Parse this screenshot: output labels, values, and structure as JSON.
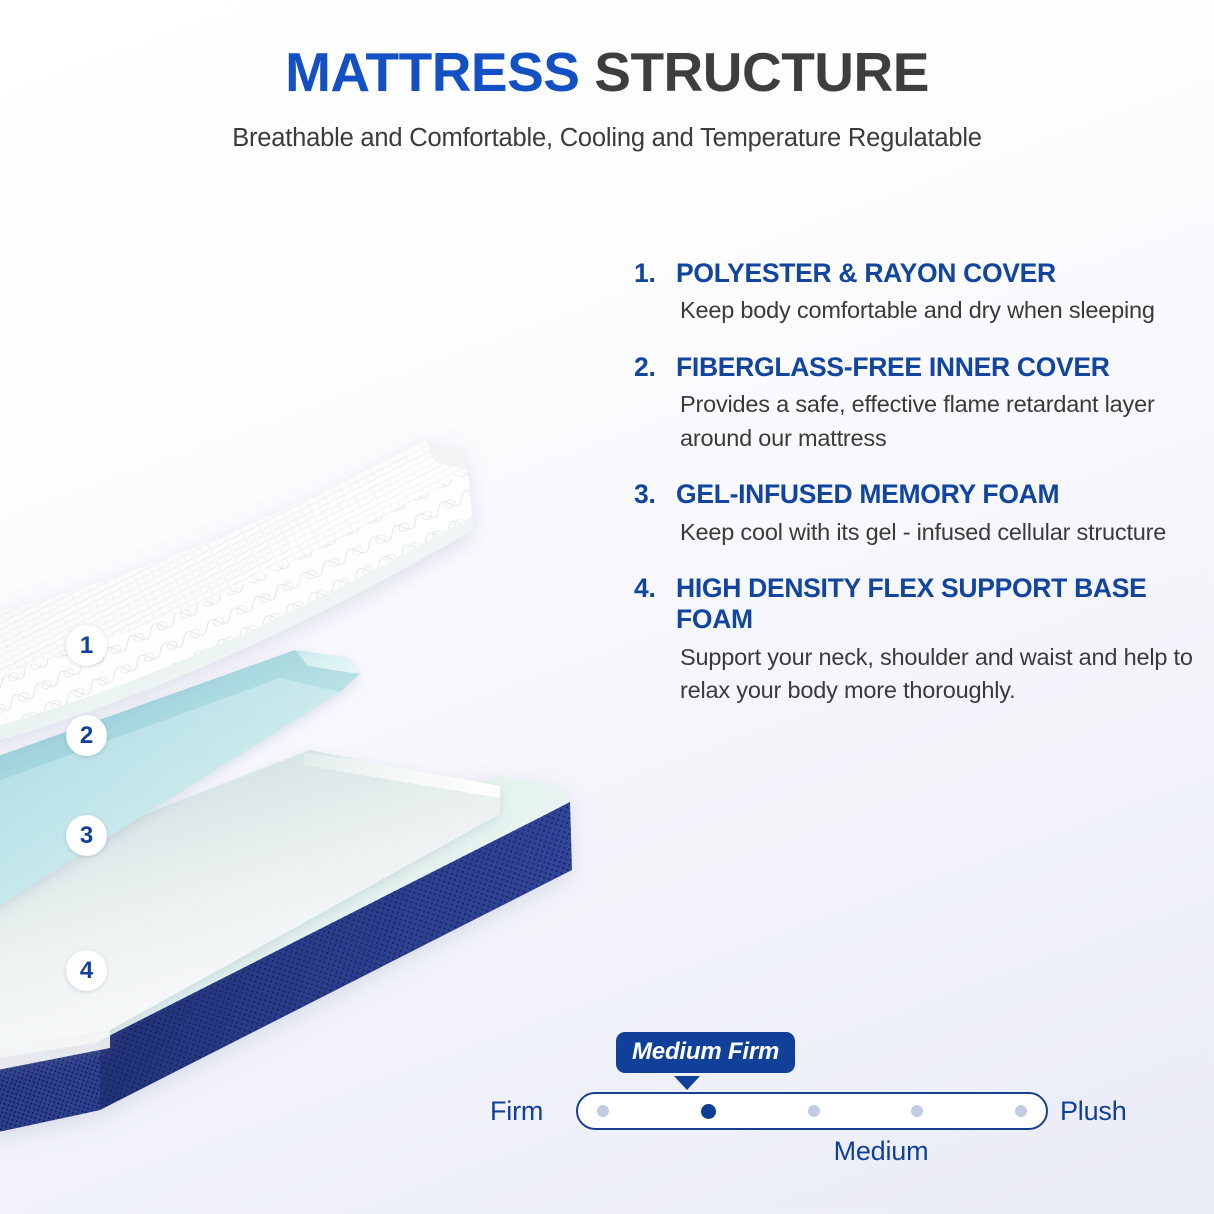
{
  "header": {
    "title_part_1": "MATTRESS ",
    "title_part_2": "STRUCTURE",
    "subtitle": "Breathable and Comfortable, Cooling and Temperature Regulatable"
  },
  "colors": {
    "brand_blue": "#1350c4",
    "heading_blue": "#11459f",
    "title_dark": "#3e3e3e",
    "body_text": "#3a3a3a",
    "badge_navy": "#11409b",
    "layer_1_cover": "#f4f6f8",
    "layer_2_inner_cover": "#bfe6ea",
    "layer_3_gel_foam": "#ffffff",
    "layer_4_base_foam": "#1f2d74",
    "base_trim_mint": "#cfe9e4",
    "dot_inactive": "#c3cbe4",
    "dot_active": "#0f3d97"
  },
  "illustration": {
    "badges": [
      {
        "number": "1"
      },
      {
        "number": "2"
      },
      {
        "number": "3"
      },
      {
        "number": "4"
      }
    ]
  },
  "features": [
    {
      "index": "1.",
      "title": "POLYESTER & RAYON COVER",
      "description": "Keep body comfortable and dry when sleeping"
    },
    {
      "index": "2.",
      "title": "FIBERGLASS-FREE INNER COVER",
      "description": "Provides a safe, effective flame retardant layer around our mattress"
    },
    {
      "index": "3.",
      "title": "GEL-INFUSED MEMORY FOAM",
      "description": "Keep cool with its gel - infused cellular structure"
    },
    {
      "index": "4.",
      "title": "HIGH DENSITY FLEX SUPPORT BASE FOAM",
      "description": "Support your neck, shoulder and waist and help to relax your body more thoroughly."
    }
  ],
  "firmness": {
    "tooltip_label": "Medium Firm",
    "left_label": "Firm",
    "right_label": "Plush",
    "center_label": "Medium",
    "steps": 5,
    "active_step": 2
  }
}
